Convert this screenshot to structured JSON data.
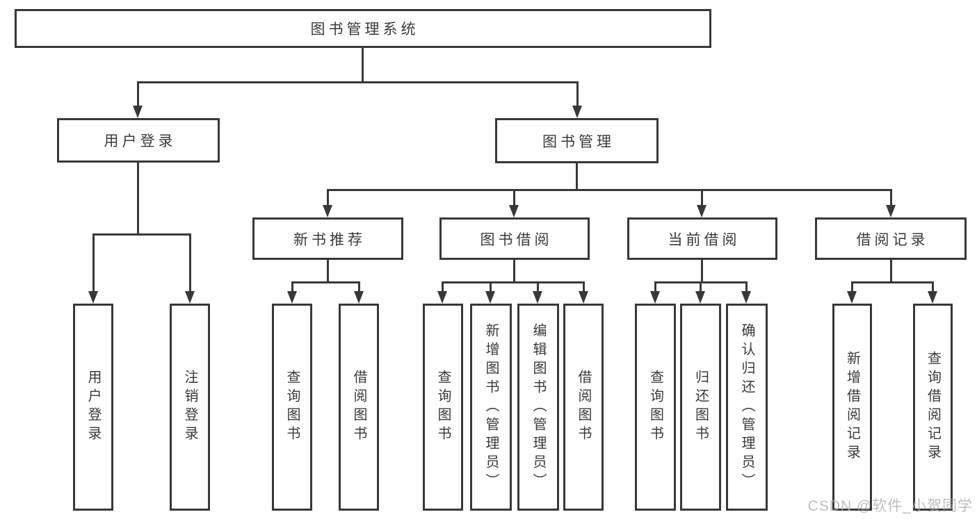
{
  "diagram": {
    "root": {
      "label": "图书管理系统"
    },
    "level2": {
      "user_login": {
        "label": "用户登录"
      },
      "book_management": {
        "label": "图书管理"
      }
    },
    "level3": {
      "new_book": {
        "label": "新书推荐"
      },
      "book_borrow": {
        "label": "图书借阅"
      },
      "current_borrow": {
        "label": "当前借阅"
      },
      "borrow_record": {
        "label": "借阅记录"
      }
    },
    "leaves": {
      "user_login": {
        "label": "用户登录"
      },
      "logout": {
        "label": "注销登录"
      },
      "nb_query": {
        "label": "查询图书"
      },
      "nb_borrow": {
        "label": "借阅图书"
      },
      "bb_query": {
        "label": "查询图书"
      },
      "bb_add": {
        "label": "新增图书（管理员）"
      },
      "bb_edit": {
        "label": "编辑图书（管理员）"
      },
      "bb_borrow": {
        "label": "借阅图书"
      },
      "cb_query": {
        "label": "查询图书"
      },
      "cb_return": {
        "label": "归还图书"
      },
      "cb_confirm": {
        "label": "确认归还（管理员）"
      },
      "rec_add": {
        "label": "新增借阅记录"
      },
      "rec_query": {
        "label": "查询借阅记录"
      }
    },
    "colors": {
      "line": "#383838",
      "text": "#3a3a3a",
      "box_fill": "#ffffff",
      "watermark": "#acacac"
    }
  },
  "watermark": {
    "text": "CSDN @软件_小贺同学"
  }
}
